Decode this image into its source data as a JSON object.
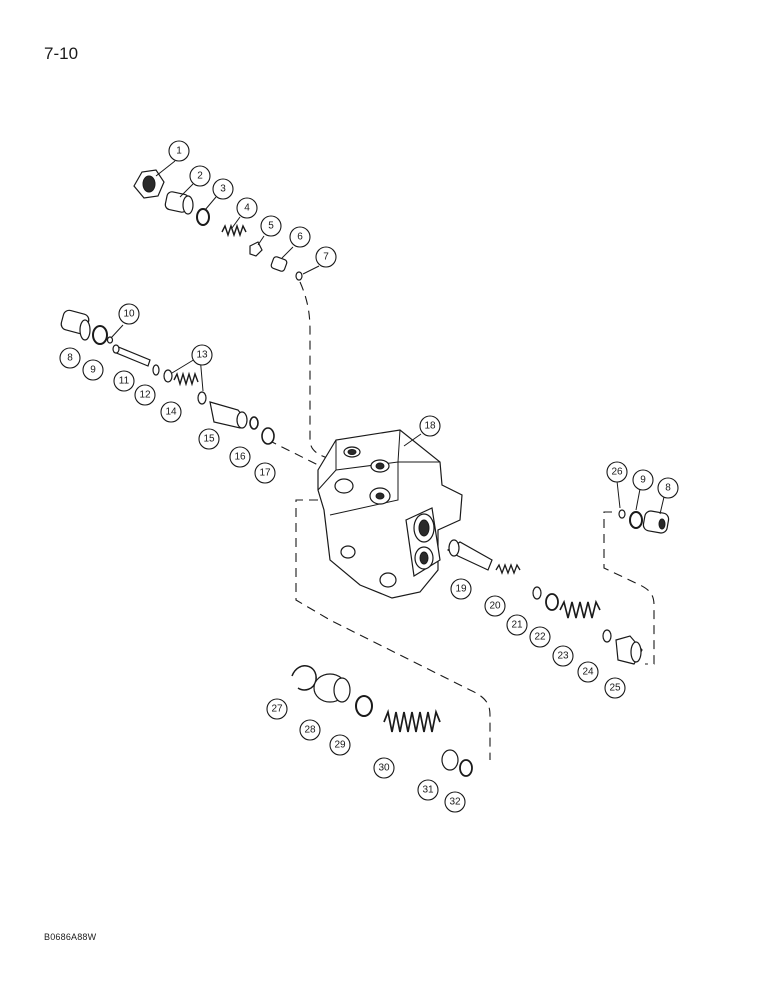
{
  "page_number": "7-10",
  "document_code": "B0686A88W",
  "callouts": [
    "1",
    "2",
    "3",
    "4",
    "5",
    "6",
    "7",
    "8",
    "9",
    "10",
    "11",
    "12",
    "13",
    "14",
    "15",
    "16",
    "17",
    "18",
    "19",
    "20",
    "21",
    "22",
    "23",
    "24",
    "25",
    "26",
    "9",
    "8",
    "27",
    "28",
    "29",
    "30",
    "31",
    "32"
  ]
}
